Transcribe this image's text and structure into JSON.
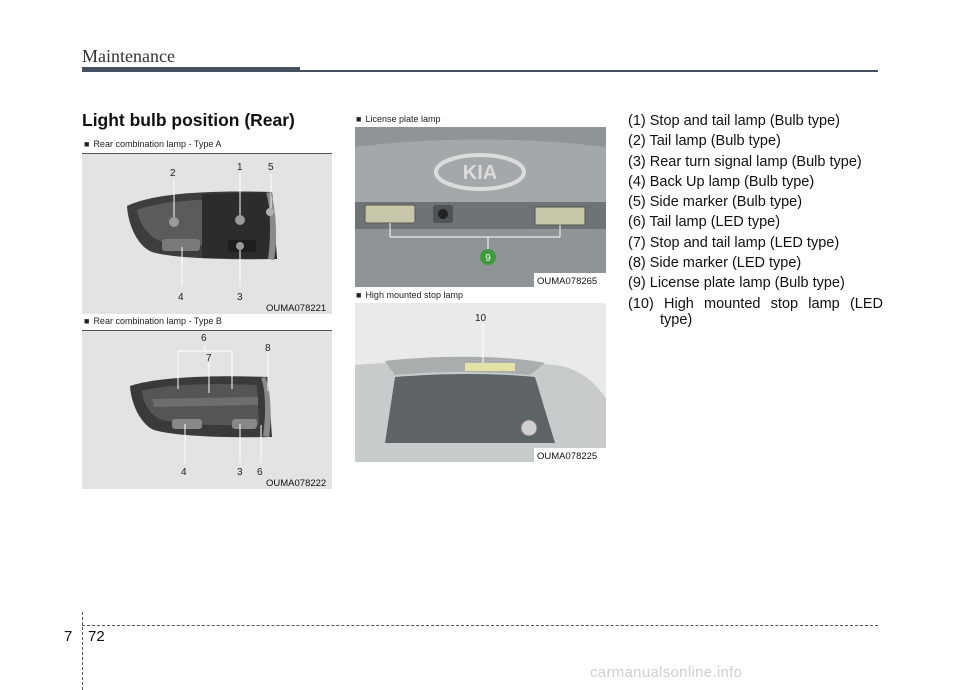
{
  "header": {
    "title": "Maintenance"
  },
  "section": {
    "heading": "Light bulb position (Rear)"
  },
  "figures": {
    "type_a": {
      "caption": "Rear combination lamp - Type A",
      "code": "OUMA078221",
      "callouts": [
        "1",
        "2",
        "3",
        "4",
        "5"
      ]
    },
    "type_b": {
      "caption": "Rear combination lamp - Type B",
      "code": "OUMA078222",
      "callouts": [
        "3",
        "4",
        "6",
        "6",
        "7",
        "8"
      ]
    },
    "license": {
      "caption": "License plate lamp",
      "code": "OUMA078265",
      "callouts": [
        "9"
      ]
    },
    "high_stop": {
      "caption": "High mounted stop lamp",
      "code": "OUMA078225",
      "callouts": [
        "10"
      ]
    }
  },
  "bullet_glyph": "■",
  "list": [
    "(1) Stop and tail lamp (Bulb type)",
    "(2) Tail lamp (Bulb type)",
    "(3) Rear turn signal lamp (Bulb type)",
    "(4) Back Up lamp (Bulb type)",
    "(5) Side marker (Bulb type)",
    "(6) Tail lamp (LED type)",
    "(7) Stop and tail lamp (LED type)",
    "(8) Side marker (LED type)",
    "(9) License plate lamp (Bulb type)",
    "(10) High mounted stop lamp (LED type)"
  ],
  "footer": {
    "chapter": "7",
    "page": "72"
  },
  "watermark": "carmanualsonline.info",
  "colors": {
    "accent": "#45505e",
    "panel": "#e3e3e3",
    "callout_circle": "#3f9a3a"
  }
}
